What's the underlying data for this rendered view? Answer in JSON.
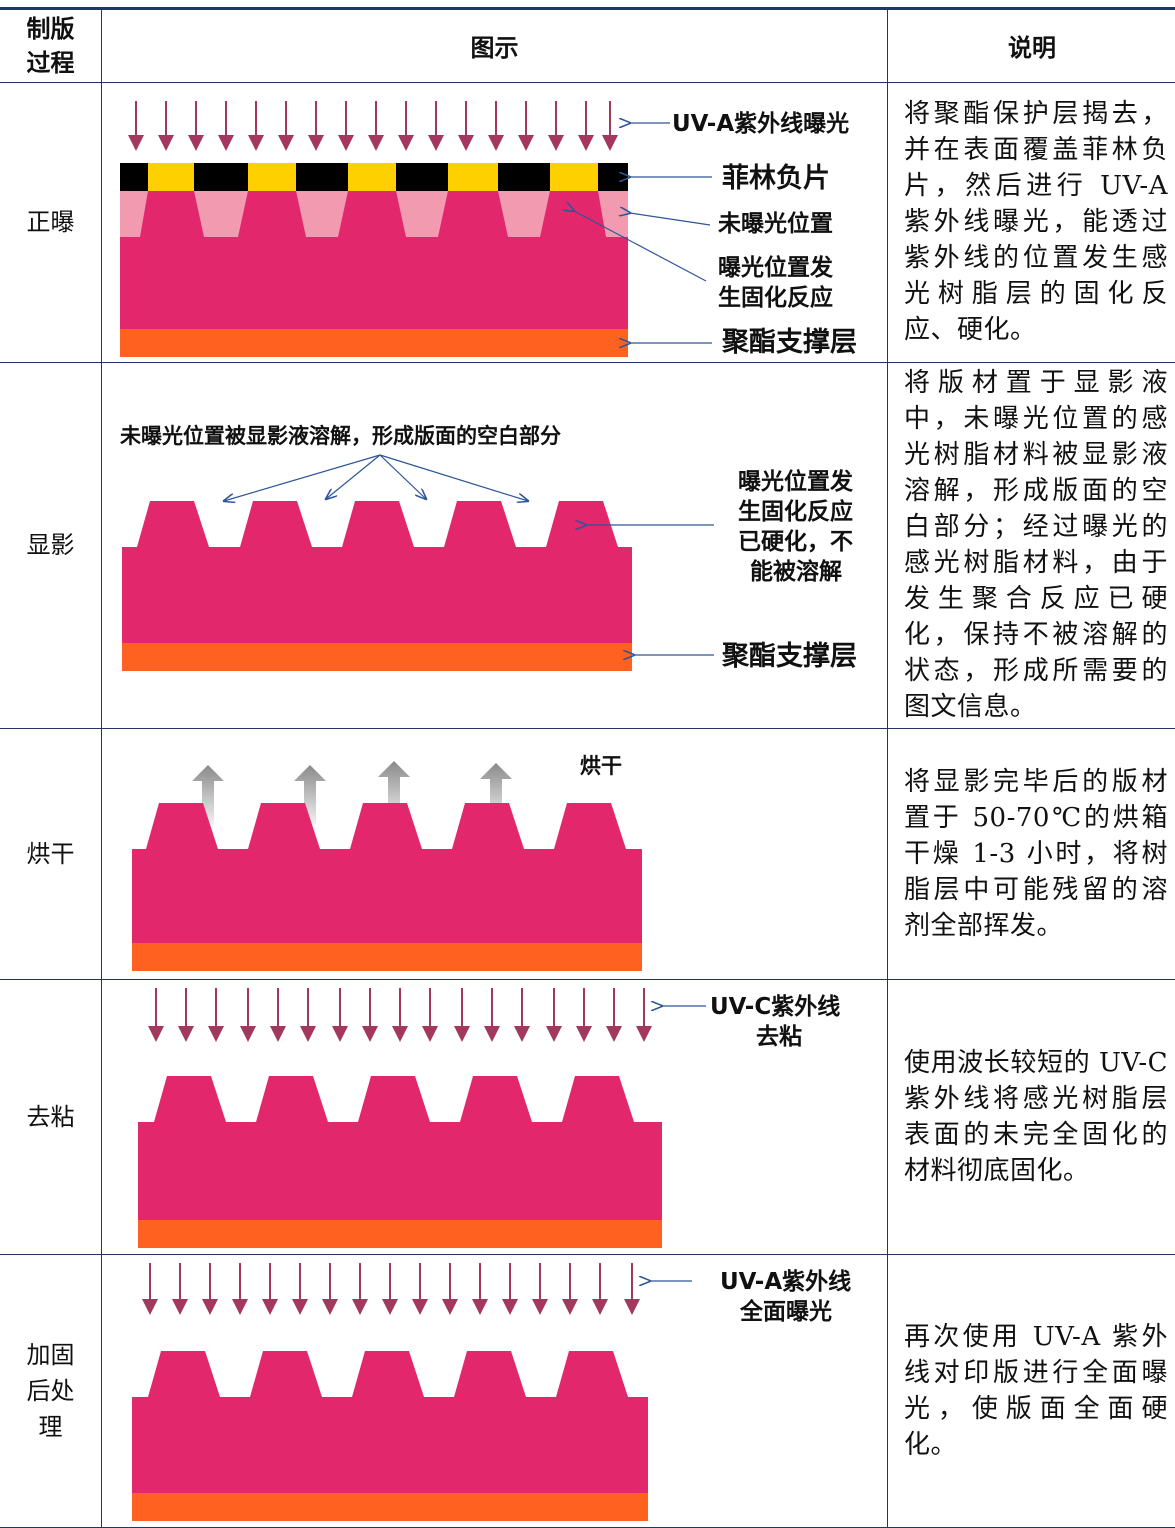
{
  "header": {
    "step_col": "制版过程",
    "figure_col": "图示",
    "desc_col": "说明"
  },
  "colors": {
    "resin": "#e2276d",
    "unexposed": "#f29ab0",
    "base": "#ff6120",
    "film_dark": "#000000",
    "film_clear": "#ffd000",
    "arrow": "#a3375e",
    "rule": "#1f3864"
  },
  "rows": [
    {
      "step": "正曝",
      "labels": {
        "uv": "UV-A紫外线曝光",
        "film": "菲林负片",
        "unexposed": "未曝光位置",
        "exposed_1": "曝光位置发",
        "exposed_2": "生固化反应",
        "base": "聚酯支撑层"
      },
      "desc": "将聚酯保护层揭去，并在表面覆盖菲林负片，然后进行 UV-A 紫外线曝光，能透过紫外线的位置发生感光树脂层的固化反应、硬化。"
    },
    {
      "step": "显影",
      "labels": {
        "dissolved": "未曝光位置被显影液溶解，形成版面的空白部分",
        "cured_1": "曝光位置发",
        "cured_2": "生固化反应",
        "cured_3": "已硬化，不",
        "cured_4": "能被溶解",
        "base": "聚酯支撑层"
      },
      "desc": "将版材置于显影液中，未曝光位置的感光树脂材料被显影液溶解，形成版面的空白部分；经过曝光的感光树脂材料，由于发生聚合反应已硬化，保持不被溶解的状态，形成所需要的图文信息。"
    },
    {
      "step": "烘干",
      "labels": {
        "dry": "烘干"
      },
      "desc": "将显影完毕后的版材置于 50-70℃的烘箱干燥 1-3 小时，将树脂层中可能残留的溶剂全部挥发。"
    },
    {
      "step": "去粘",
      "labels": {
        "uv_1": "UV-C紫外线",
        "uv_2": "去粘"
      },
      "desc": "使用波长较短的 UV-C 紫外线将感光树脂层表面的未完全固化的材料彻底固化。"
    },
    {
      "step": "加固后处理",
      "labels": {
        "uv_1": "UV-A紫外线",
        "uv_2": "全面曝光"
      },
      "desc": "再次使用 UV-A 紫外线对印版进行全面曝光，使版面全面硬化。"
    }
  ]
}
